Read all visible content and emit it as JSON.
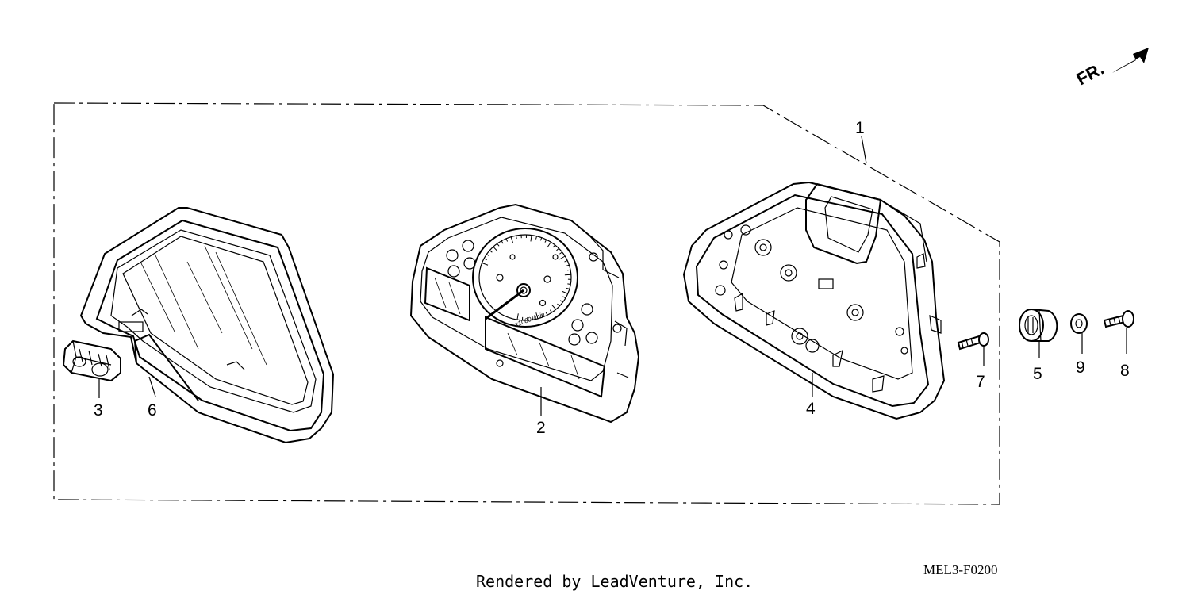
{
  "direction_marker": {
    "label": "FR."
  },
  "parts": [
    {
      "ref": "1",
      "label": "1"
    },
    {
      "ref": "2",
      "label": "2"
    },
    {
      "ref": "3",
      "label": "3"
    },
    {
      "ref": "4",
      "label": "4"
    },
    {
      "ref": "5",
      "label": "5"
    },
    {
      "ref": "6",
      "label": "6"
    },
    {
      "ref": "7",
      "label": "7"
    },
    {
      "ref": "8",
      "label": "8"
    },
    {
      "ref": "9",
      "label": "9"
    }
  ],
  "gauge_unit_label": "x1000r/min",
  "diagram_code": "MEL3-F0200",
  "credit": "Rendered by LeadVenture, Inc."
}
